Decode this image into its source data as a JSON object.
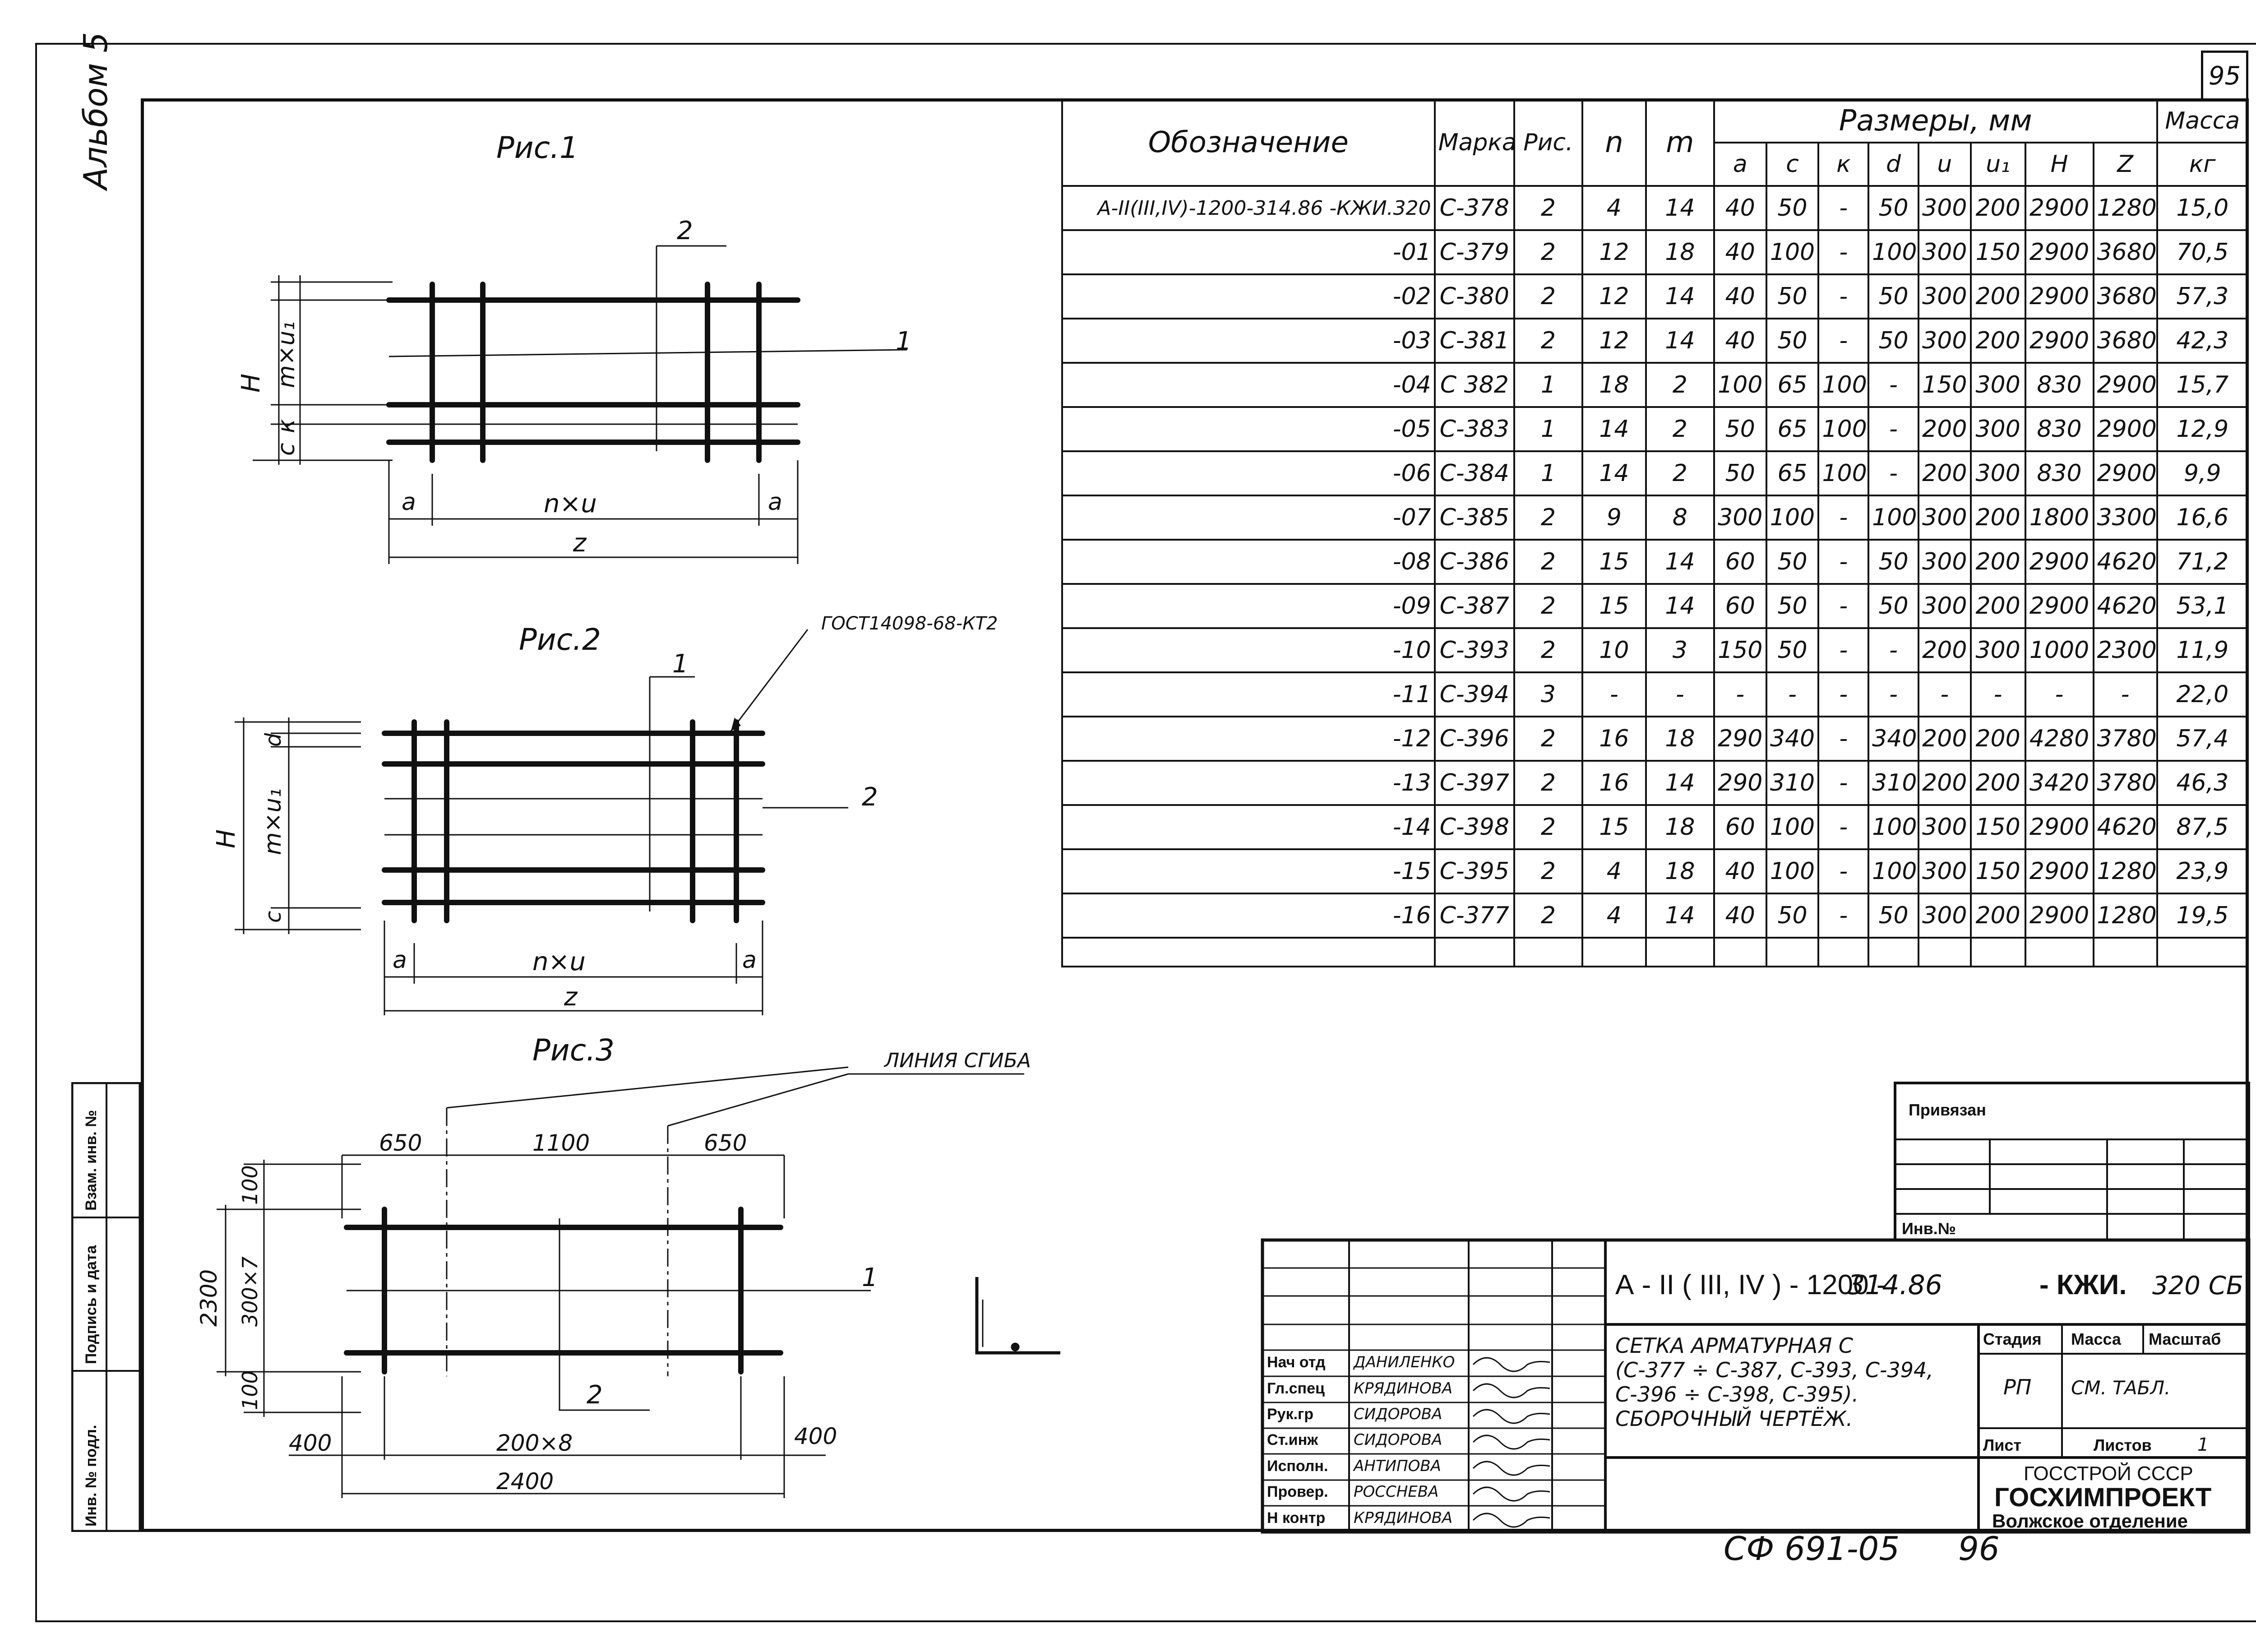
{
  "sheet": {
    "number": "95",
    "album": "Альбом 5",
    "bottom_code": "СФ 691-05",
    "bottom_page": "96"
  },
  "figures": {
    "fig1": {
      "title": "Рис.1",
      "pos1": "2",
      "pos2": "1",
      "labels": {
        "H": "Н",
        "c": "с",
        "k": "к",
        "mxu1": "m×u₁",
        "a": "a",
        "nxu": "n×u",
        "z": "z"
      }
    },
    "fig2": {
      "title": "Рис.2",
      "gost": "ГОСТ14098-68-КТ2",
      "pos1": "1",
      "pos2": "2",
      "labels": {
        "H": "Н",
        "d": "d",
        "c": "с",
        "mxu1": "m×u₁",
        "a": "a",
        "nxu": "n×u",
        "z": "z"
      }
    },
    "fig3": {
      "title": "Рис.3",
      "bend": "ЛИНИЯ СГИБА",
      "pos1": "1",
      "pos2": "2",
      "dims": {
        "d650a": "650",
        "d1100": "1100",
        "d650b": "650",
        "d100a": "100",
        "d300x7": "300×7",
        "d2300": "2300",
        "d100b": "100",
        "d400a": "400",
        "d200x8": "200×8",
        "d400b": "400",
        "d2400": "2400"
      }
    }
  },
  "spec": {
    "headers": {
      "designation": "Обозначение",
      "mark": "Марка",
      "fig": "Рис.",
      "n": "n",
      "m": "m",
      "sizes": "Размеры, мм",
      "mass": "Масса",
      "kg": "кг"
    },
    "sub": [
      "a",
      "c",
      "к",
      "d",
      "u",
      "u₁",
      "H",
      "Z"
    ],
    "rows": [
      {
        "des": "А-II(III,IV)-1200-314.86 -КЖИ.320",
        "mark": "С-378",
        "fig": "2",
        "n": "4",
        "m": "14",
        "a": "40",
        "c": "50",
        "k": "-",
        "d": "50",
        "u": "300",
        "u1": "200",
        "H": "2900",
        "Z": "1280",
        "mass": "15,0"
      },
      {
        "des": "-01",
        "mark": "С-379",
        "fig": "2",
        "n": "12",
        "m": "18",
        "a": "40",
        "c": "100",
        "k": "-",
        "d": "100",
        "u": "300",
        "u1": "150",
        "H": "2900",
        "Z": "3680",
        "mass": "70,5"
      },
      {
        "des": "-02",
        "mark": "С-380",
        "fig": "2",
        "n": "12",
        "m": "14",
        "a": "40",
        "c": "50",
        "k": "-",
        "d": "50",
        "u": "300",
        "u1": "200",
        "H": "2900",
        "Z": "3680",
        "mass": "57,3"
      },
      {
        "des": "-03",
        "mark": "С-381",
        "fig": "2",
        "n": "12",
        "m": "14",
        "a": "40",
        "c": "50",
        "k": "-",
        "d": "50",
        "u": "300",
        "u1": "200",
        "H": "2900",
        "Z": "3680",
        "mass": "42,3"
      },
      {
        "des": "-04",
        "mark": "С 382",
        "fig": "1",
        "n": "18",
        "m": "2",
        "a": "100",
        "c": "65",
        "k": "100",
        "d": "-",
        "u": "150",
        "u1": "300",
        "H": "830",
        "Z": "2900",
        "mass": "15,7"
      },
      {
        "des": "-05",
        "mark": "С-383",
        "fig": "1",
        "n": "14",
        "m": "2",
        "a": "50",
        "c": "65",
        "k": "100",
        "d": "-",
        "u": "200",
        "u1": "300",
        "H": "830",
        "Z": "2900",
        "mass": "12,9"
      },
      {
        "des": "-06",
        "mark": "С-384",
        "fig": "1",
        "n": "14",
        "m": "2",
        "a": "50",
        "c": "65",
        "k": "100",
        "d": "-",
        "u": "200",
        "u1": "300",
        "H": "830",
        "Z": "2900",
        "mass": "9,9"
      },
      {
        "des": "-07",
        "mark": "С-385",
        "fig": "2",
        "n": "9",
        "m": "8",
        "a": "300",
        "c": "100",
        "k": "-",
        "d": "100",
        "u": "300",
        "u1": "200",
        "H": "1800",
        "Z": "3300",
        "mass": "16,6"
      },
      {
        "des": "-08",
        "mark": "С-386",
        "fig": "2",
        "n": "15",
        "m": "14",
        "a": "60",
        "c": "50",
        "k": "-",
        "d": "50",
        "u": "300",
        "u1": "200",
        "H": "2900",
        "Z": "4620",
        "mass": "71,2"
      },
      {
        "des": "-09",
        "mark": "С-387",
        "fig": "2",
        "n": "15",
        "m": "14",
        "a": "60",
        "c": "50",
        "k": "-",
        "d": "50",
        "u": "300",
        "u1": "200",
        "H": "2900",
        "Z": "4620",
        "mass": "53,1"
      },
      {
        "des": "-10",
        "mark": "С-393",
        "fig": "2",
        "n": "10",
        "m": "3",
        "a": "150",
        "c": "50",
        "k": "-",
        "d": "-",
        "u": "200",
        "u1": "300",
        "H": "1000",
        "Z": "2300",
        "mass": "11,9"
      },
      {
        "des": "-11",
        "mark": "С-394",
        "fig": "3",
        "n": "-",
        "m": "-",
        "a": "-",
        "c": "-",
        "k": "-",
        "d": "-",
        "u": "-",
        "u1": "-",
        "H": "-",
        "Z": "-",
        "mass": "22,0"
      },
      {
        "des": "-12",
        "mark": "С-396",
        "fig": "2",
        "n": "16",
        "m": "18",
        "a": "290",
        "c": "340",
        "k": "-",
        "d": "340",
        "u": "200",
        "u1": "200",
        "H": "4280",
        "Z": "3780",
        "mass": "57,4"
      },
      {
        "des": "-13",
        "mark": "С-397",
        "fig": "2",
        "n": "16",
        "m": "14",
        "a": "290",
        "c": "310",
        "k": "-",
        "d": "310",
        "u": "200",
        "u1": "200",
        "H": "3420",
        "Z": "3780",
        "mass": "46,3"
      },
      {
        "des": "-14",
        "mark": "С-398",
        "fig": "2",
        "n": "15",
        "m": "18",
        "a": "60",
        "c": "100",
        "k": "-",
        "d": "100",
        "u": "300",
        "u1": "150",
        "H": "2900",
        "Z": "4620",
        "mass": "87,5"
      },
      {
        "des": "-15",
        "mark": "С-395",
        "fig": "2",
        "n": "4",
        "m": "18",
        "a": "40",
        "c": "100",
        "k": "-",
        "d": "100",
        "u": "300",
        "u1": "150",
        "H": "2900",
        "Z": "1280",
        "mass": "23,9"
      },
      {
        "des": "-16",
        "mark": "С-377",
        "fig": "2",
        "n": "4",
        "m": "14",
        "a": "40",
        "c": "50",
        "k": "-",
        "d": "50",
        "u": "300",
        "u1": "200",
        "H": "2900",
        "Z": "1280",
        "mass": "19,5"
      }
    ]
  },
  "side_stamp": {
    "c1": "Инв. № подл.",
    "c2": "Подпись и дата",
    "c3": "Взам. инв. №"
  },
  "title_block": {
    "attached": "Привязан",
    "inv": "Инв.№",
    "code_print": "А - II ( III, IV ) - 1200 -",
    "code_hand": "314.86",
    "code_tail": "- КЖИ.",
    "code_tail_hand": "320 СБ",
    "title_lines": [
      "СЕТКА   АРМАТУРНАЯ  С",
      "(С-377 ÷ С-387, С-393, С-394,",
      "С-396 ÷ С-398, С-395).",
      "СБОРОЧНЫЙ    ЧЕРТЁЖ."
    ],
    "stage_h": "Стадия",
    "mass_h": "Масса",
    "scale_h": "Масштаб",
    "stage": "РП",
    "mass_val": "СМ. ТАБЛ.",
    "sheet_h": "Лист",
    "sheets_h": "Листов",
    "sheets": "1",
    "org1": "ГОССТРОЙ СССР",
    "org2": "ГОСХИМПРОЕКТ",
    "org3": "Волжское отделение",
    "roles": [
      {
        "role": "Нач отд",
        "name": "ДАНИЛЕНКО"
      },
      {
        "role": "Гл.спец",
        "name": "КРЯДИНОВА"
      },
      {
        "role": "Рук.гр",
        "name": "СИДОРОВА"
      },
      {
        "role": "Ст.инж",
        "name": "СИДОРОВА"
      },
      {
        "role": "Исполн.",
        "name": "АНТИПОВА"
      },
      {
        "role": "Провер.",
        "name": "РОССНЕВА"
      },
      {
        "role": "Н контр",
        "name": "КРЯДИНОВА"
      }
    ]
  }
}
